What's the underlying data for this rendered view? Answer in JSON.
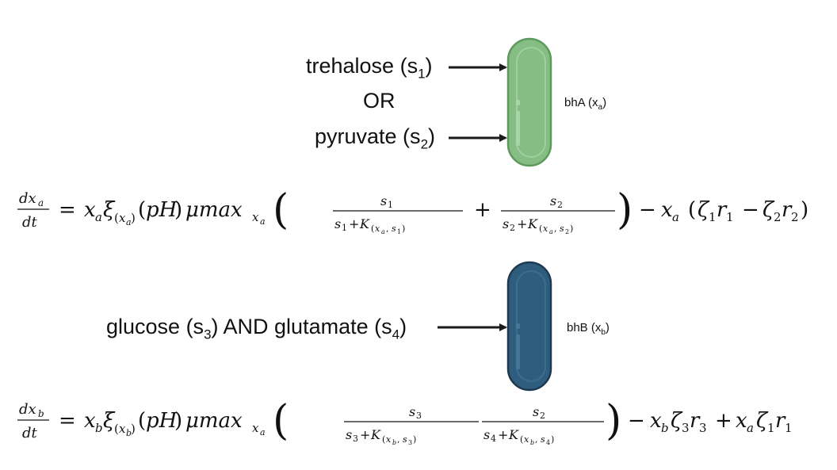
{
  "top": {
    "substrate1": {
      "name": "trehalose (s",
      "sub": "1",
      "close": ")"
    },
    "or_text": "OR",
    "substrate2": {
      "name": "pyruvate (s",
      "sub": "2",
      "close": ")"
    },
    "organism": {
      "name": "bhA (x",
      "sub": "a",
      "close": ")",
      "color": "#86bd84"
    },
    "equation": "dx_a/dt = x_a ξ_(x_a)(pH) μmax_(x_a) ( s_1/(s_1+K_(x_a,s_1)) + s_2/(s_2+K_(x_a,s_2)) ) − x_a (ζ_1 r_1 − ζ_2 r_2)"
  },
  "bottom": {
    "substrates": {
      "part1": "glucose (s",
      "sub1": "3",
      "part2": ") AND glutamate (s",
      "sub2": "4",
      "close": ")"
    },
    "organism": {
      "name": "bhB (x",
      "sub": "b",
      "close": ")",
      "color": "#2f5d7e"
    },
    "equation": "dx_b/dt = x_b ξ_(x_b)(pH) μmax_(x_a) ( s_3/(s_3+K_(x_b,s_3)) s_2/(s_4+K_(x_b,s_4)) ) − x_b ζ_3 r_3 + x_a ζ_1 r_1"
  }
}
